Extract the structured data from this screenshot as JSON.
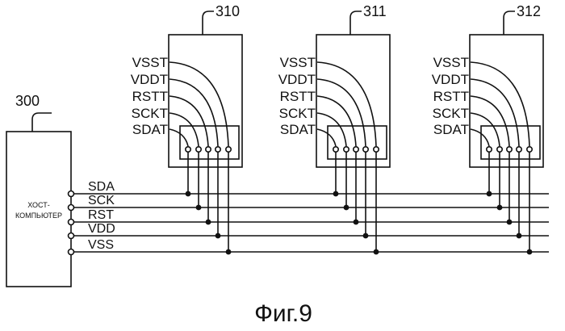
{
  "figure": {
    "caption": "Фиг.9"
  },
  "host": {
    "ref": "300",
    "label_lines": [
      "ХОСТ-",
      "КОМПЬЮТЕР"
    ]
  },
  "bus_lines": [
    "SDA",
    "SCK",
    "RST",
    "VDD",
    "VSS"
  ],
  "pin_labels": [
    "VSST",
    "VDDT",
    "RSTT",
    "SCKT",
    "SDAT"
  ],
  "modules": [
    {
      "ref": "310"
    },
    {
      "ref": "311"
    },
    {
      "ref": "312"
    }
  ]
}
